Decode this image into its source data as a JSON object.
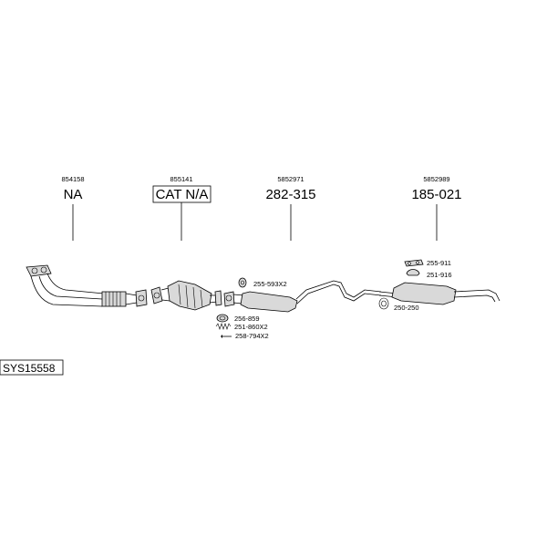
{
  "parts": [
    {
      "part_no": "854158",
      "ref": "NA"
    },
    {
      "part_no": "855141",
      "ref": "CAT N/A"
    },
    {
      "part_no": "5852971",
      "ref": "282-315"
    },
    {
      "part_no": "5852989",
      "ref": "185-021"
    }
  ],
  "labels": {
    "l1": "255-593X2",
    "l2": "256-859",
    "l3": "251-860X2",
    "l4": "258-794X2",
    "l5": "255-911",
    "l6": "251-916",
    "l7": "250-250"
  },
  "system_id": "SYS15558"
}
